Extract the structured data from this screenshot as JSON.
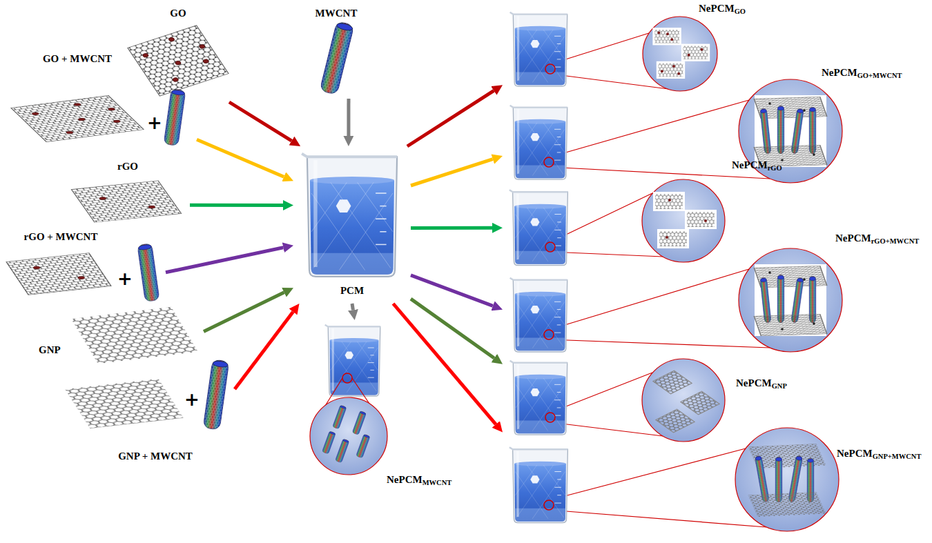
{
  "diagram": {
    "nodes": [
      {
        "text": [
          "GO"
        ]
      },
      {
        "text": [
          "MWCNT"
        ]
      },
      {
        "text": [
          "GO + MWCNT"
        ]
      },
      {
        "text": [
          "rGO"
        ]
      },
      {
        "text": [
          "rGO + MWCNT"
        ]
      },
      {
        "text": [
          "GNP"
        ]
      },
      {
        "text": [
          "GNP + MWCNT"
        ]
      },
      {
        "text": [
          "PCM"
        ]
      },
      {
        "text": [
          "NePCM",
          "MWCNT"
        ]
      },
      {
        "text": [
          "NePCM",
          "GO"
        ]
      },
      {
        "text": [
          "NePCM",
          "GO+MWCNT"
        ]
      },
      {
        "text": [
          "NePCM",
          "rGO"
        ]
      },
      {
        "text": [
          "NePCM",
          "rGO+MWCNT"
        ]
      },
      {
        "text": [
          "NePCM",
          "GNP"
        ]
      },
      {
        "text": [
          "NePCM",
          "GNP+MWCNT"
        ]
      }
    ],
    "edges": [
      {
        "from": 0,
        "to": 7,
        "arrow": "to"
      },
      {
        "from": 2,
        "to": 7,
        "arrow": "to"
      },
      {
        "from": 1,
        "to": 7,
        "arrow": "to"
      },
      {
        "from": 3,
        "to": 7,
        "arrow": "to"
      },
      {
        "from": 4,
        "to": 7,
        "arrow": "to"
      },
      {
        "from": 5,
        "to": 7,
        "arrow": "to"
      },
      {
        "from": 6,
        "to": 7,
        "arrow": "to"
      },
      {
        "from": 7,
        "to": 8,
        "arrow": "to"
      },
      {
        "from": 7,
        "to": 9,
        "arrow": "to"
      },
      {
        "from": 7,
        "to": 10,
        "arrow": "to"
      },
      {
        "from": 7,
        "to": 11,
        "arrow": "to"
      },
      {
        "from": 7,
        "to": 12,
        "arrow": "to"
      },
      {
        "from": 7,
        "to": 13,
        "arrow": "to"
      },
      {
        "from": 7,
        "to": 14,
        "arrow": "to"
      }
    ],
    "labels": [
      "+",
      "+",
      "+"
    ]
  }
}
